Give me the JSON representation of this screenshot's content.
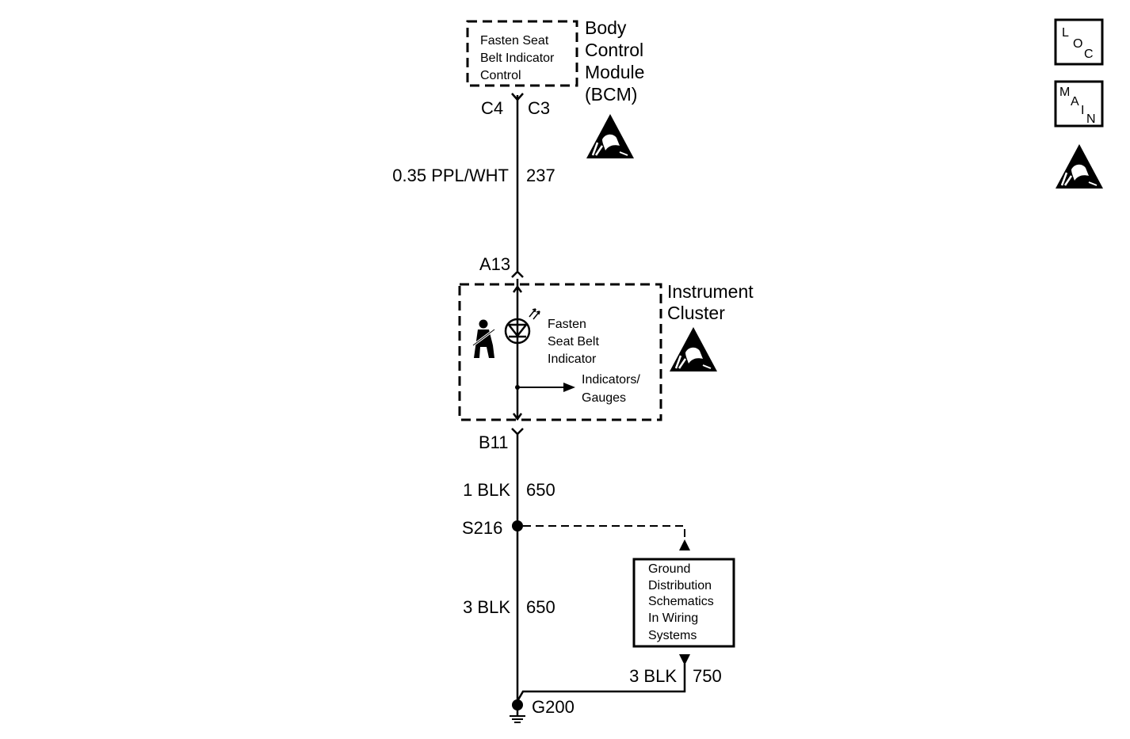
{
  "bcm": {
    "inner_lines": [
      "Fasten Seat",
      "Belt Indicator",
      "Control"
    ],
    "title_lines": [
      "Body",
      "Control",
      "Module",
      "(BCM)"
    ],
    "pin_left": "C4",
    "pin_right": "C3"
  },
  "wire_top": {
    "spec": "0.35 PPL/WHT",
    "circuit": "237"
  },
  "cluster": {
    "connector_in": "A13",
    "title_lines": [
      "Instrument",
      "Cluster"
    ],
    "indicator_lines": [
      "Fasten",
      "Seat Belt",
      "Indicator"
    ],
    "branch_lines": [
      "Indicators/",
      "Gauges"
    ],
    "connector_out": "B11"
  },
  "wire_mid": {
    "spec": "1 BLK",
    "circuit": "650"
  },
  "splice": {
    "label": "S216"
  },
  "wire_bottom": {
    "spec": "3 BLK",
    "circuit": "650"
  },
  "ground_box": {
    "lines": [
      "Ground",
      "Distribution",
      "Schematics",
      "In Wiring",
      "Systems"
    ]
  },
  "wire_ground_branch": {
    "spec": "3 BLK",
    "circuit": "750"
  },
  "ground": {
    "label": "G200"
  },
  "nav": {
    "loc": {
      "letters": [
        "L",
        "O",
        "C"
      ]
    },
    "main": {
      "letters": [
        "M",
        "A",
        "I",
        "N"
      ]
    }
  }
}
